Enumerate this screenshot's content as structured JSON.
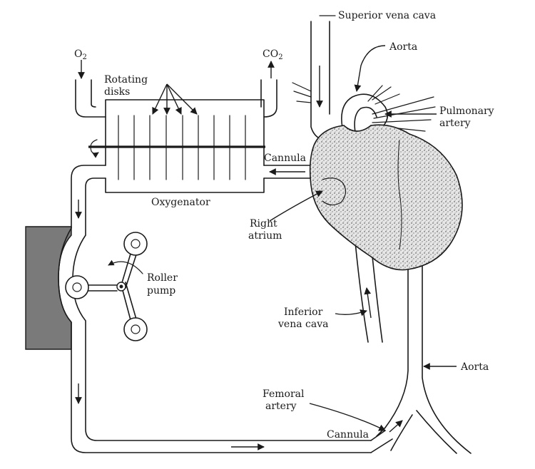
{
  "labels": {
    "o2": "O",
    "o2_sub": "2",
    "co2": "CO",
    "co2_sub": "2",
    "rotating_disks_1": "Rotating",
    "rotating_disks_2": "disks",
    "oxygenator": "Oxygenator",
    "cannula_top": "Cannula",
    "superior_vena_cava": "Superior vena cava",
    "aorta_top": "Aorta",
    "pulmonary_artery_1": "Pulmonary",
    "pulmonary_artery_2": "artery",
    "right_atrium_1": "Right",
    "right_atrium_2": "atrium",
    "roller_pump_1": "Roller",
    "roller_pump_2": "pump",
    "inferior_vena_cava_1": "Inferior",
    "inferior_vena_cava_2": "vena cava",
    "aorta_bottom": "Aorta",
    "femoral_artery_1": "Femoral",
    "femoral_artery_2": "artery",
    "cannula_bottom": "Cannula"
  },
  "colors": {
    "ink": "#1a1a1a",
    "pump_housing": "#7a7a7a",
    "heart_fill": "#d9d9d9"
  }
}
